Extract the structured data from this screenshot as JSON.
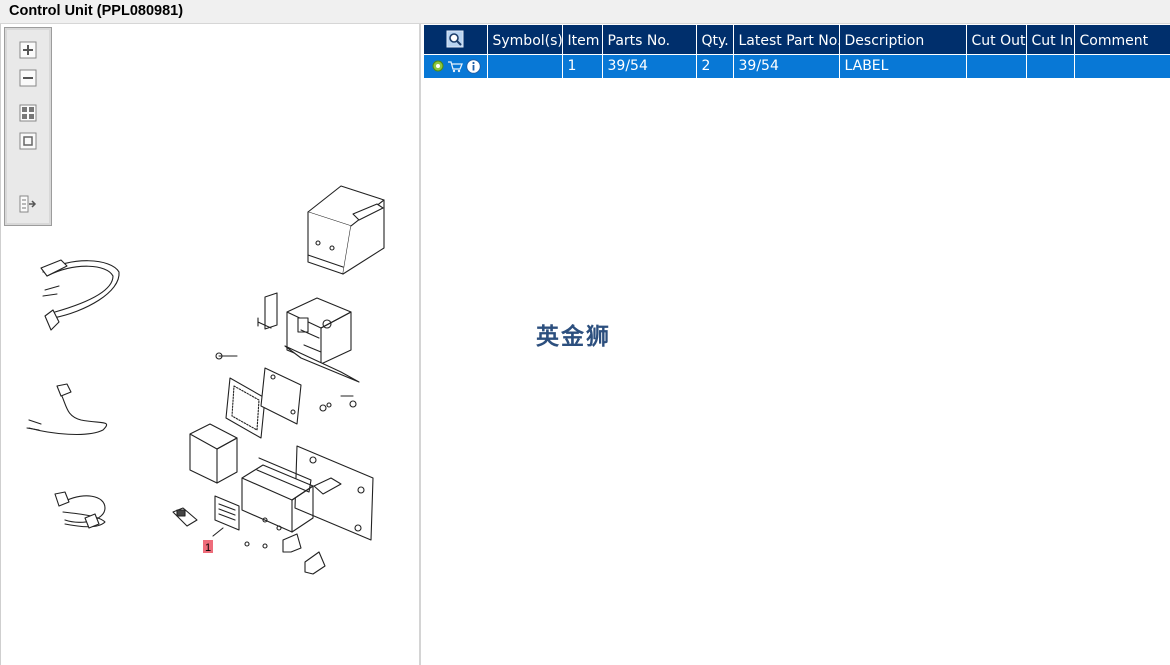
{
  "window": {
    "title": "Control Unit (PPL080981)"
  },
  "toolbar": {
    "tools": [
      {
        "name": "zoom-in-icon"
      },
      {
        "name": "zoom-out-icon"
      },
      {
        "name": "fit-all-icon"
      },
      {
        "name": "actual-size-icon"
      },
      {
        "name": "export-icon"
      }
    ]
  },
  "drawing": {
    "callout_label": "1",
    "callout_color": "#ee6c7a"
  },
  "parts_table": {
    "header_icon": "search-icon",
    "columns": [
      "Symbol(s)",
      "Item",
      "Parts No.",
      "Qty.",
      "Latest Part No.",
      "Description",
      "Cut Out",
      "Cut In",
      "Comment"
    ],
    "rows": [
      {
        "icons": [
          "gear-icon",
          "cart-icon",
          "info-icon"
        ],
        "symbols": "",
        "item": "1",
        "parts_no": "39/54",
        "qty": "2",
        "latest_part_no": "39/54",
        "description": "LABEL",
        "cut_out": "",
        "cut_in": "",
        "comment": ""
      }
    ],
    "header_color": "#002f6c",
    "selected_row_color": "#0878d6"
  },
  "watermark": {
    "text": "英金狮"
  }
}
